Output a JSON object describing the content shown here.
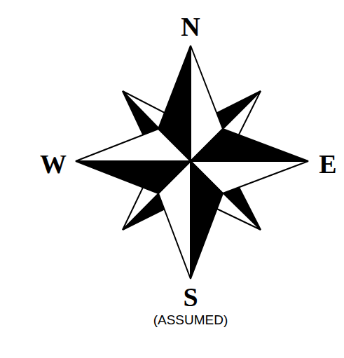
{
  "diagram": {
    "labels": [
      "N",
      "W",
      "E",
      "S",
      "(ASSUMED)"
    ]
  }
}
